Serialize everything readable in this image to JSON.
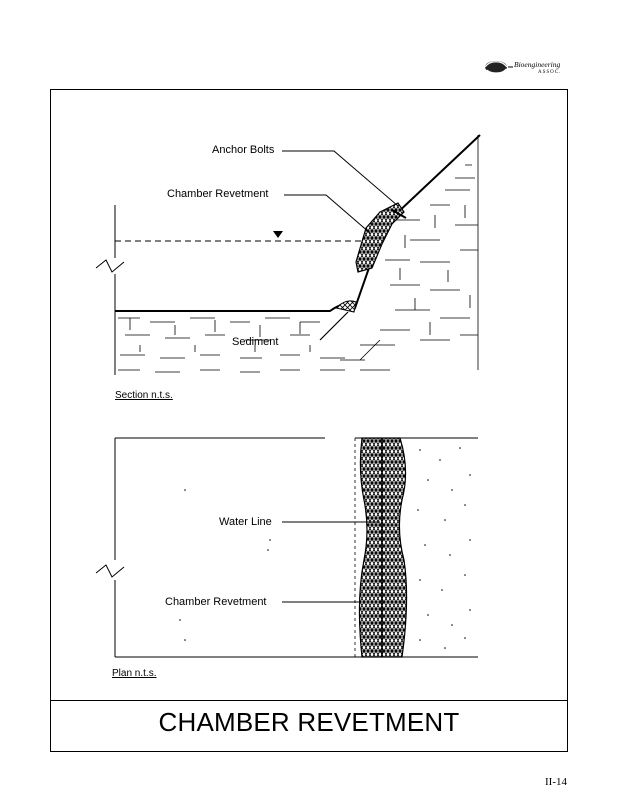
{
  "header": {
    "logo_text": "Bioengineering",
    "logo_sub": "ASSOC."
  },
  "section_view": {
    "labels": {
      "anchor_bolts": "Anchor Bolts",
      "chamber_revetment": "Chamber Revetment",
      "sediment": "Sediment"
    },
    "caption": "Section n.t.s."
  },
  "plan_view": {
    "labels": {
      "water_line": "Water Line",
      "chamber_revetment": "Chamber Revetment"
    },
    "caption": "Plan n.t.s."
  },
  "title": "CHAMBER REVETMENT",
  "page_number": "II-14"
}
